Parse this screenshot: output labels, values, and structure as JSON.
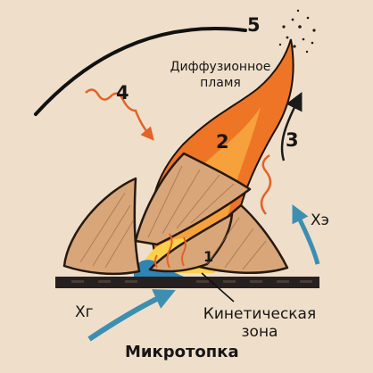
{
  "labels": {
    "n1": "1",
    "n2": "2",
    "n3": "3",
    "n4": "4",
    "n5": "5",
    "flame_line1": "Диффузионное",
    "flame_line2": "пламя",
    "xe": "Xэ",
    "xg": "Xг",
    "kinetic_line1": "Кинетическая",
    "kinetic_line2": "зона",
    "title": "Микротопка"
  },
  "colors": {
    "background": "#efdfca",
    "flame_outer": "#ee7426",
    "flame_inner": "#f6a13c",
    "fuel": "#d9a67a",
    "fuel_stroke": "#26190f",
    "grate": "#272020",
    "arrow_air": "#3c8fb0",
    "wave_heat": "#e36226",
    "blue_zone": "#2f83b5"
  }
}
